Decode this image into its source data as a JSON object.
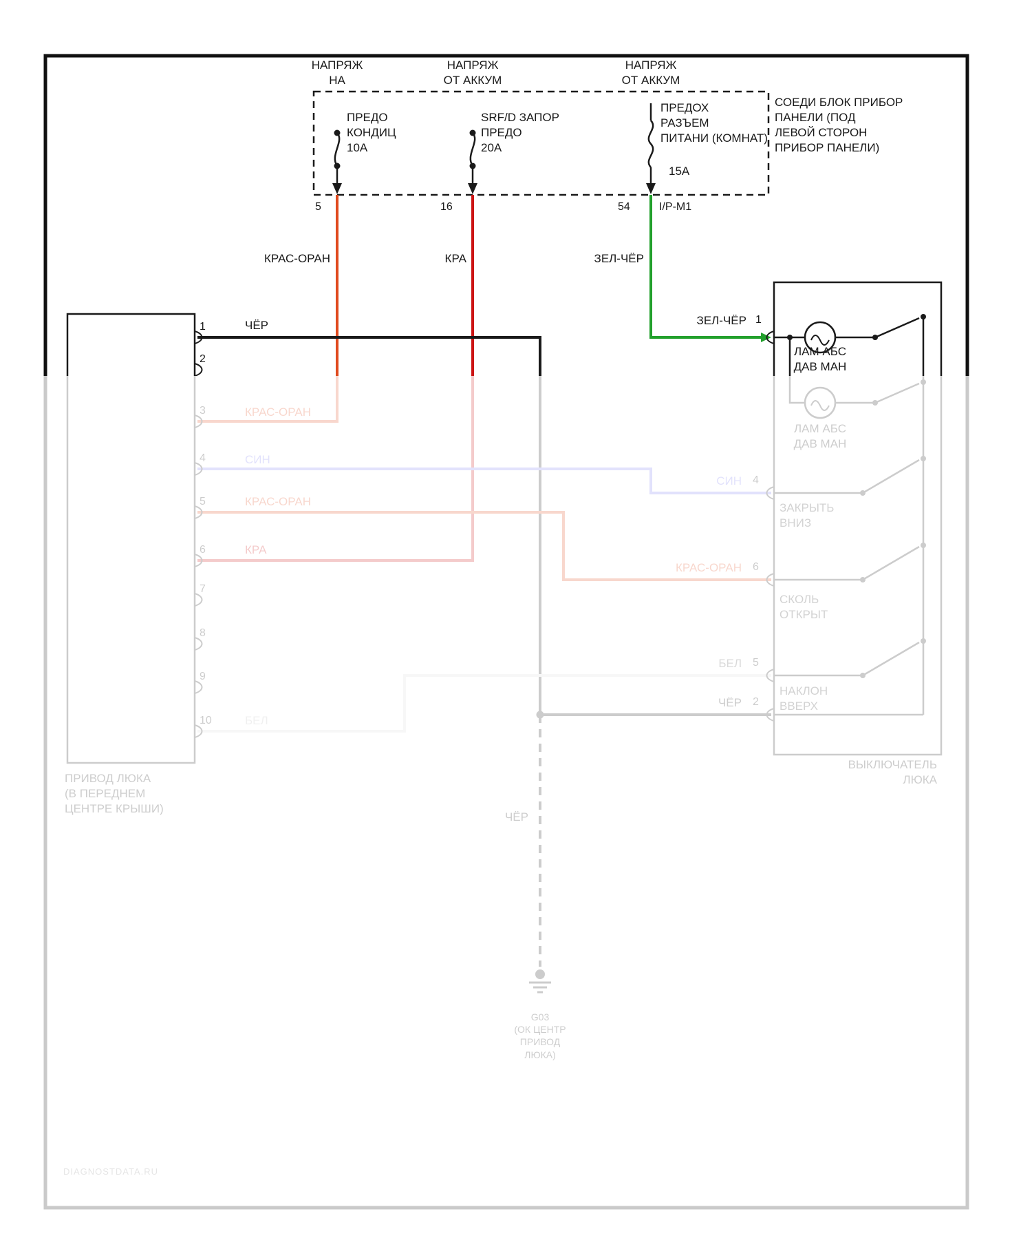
{
  "top": {
    "rails": [
      {
        "header": "НАПРЯЖ\nНА",
        "fuse": "ПРЕДО\nКОНДИЦ\n10А",
        "pin": "5",
        "wire": "КРАС-ОРАН"
      },
      {
        "header": "НАПРЯЖ\nОТ АККУМ",
        "fuse": "SRF/D ЗАПОР\nПРЕДО\n20А",
        "pin": "16",
        "wire": "КРА"
      },
      {
        "header": "НАПРЯЖ\nОТ АККУМ",
        "fuse": "ПРЕДОХ\nРАЗЪЕМ\nПИТАНИ (КОМНАТ)",
        "amp": "15А",
        "pin": "54",
        "connector": "I/P-M1",
        "wire": "ЗЕЛ-ЧЁР"
      }
    ],
    "note": "СОЕДИ БЛОК ПРИБОР\nПАНЕЛИ (ПОД\nЛЕВОЙ СТОРОН\nПРИБОР ПАНЕЛИ)"
  },
  "motor": {
    "label": "ПРИВОД ЛЮКА\n(В ПЕРЕДНЕМ\nЦЕНТРЕ КРЫШИ)",
    "pins": [
      "1",
      "2",
      "3",
      "4",
      "5",
      "6",
      "7",
      "8",
      "9",
      "10"
    ],
    "wires": {
      "p1": "ЧЁР",
      "p3": "КРАС-ОРАН",
      "p4": "СИН",
      "p5": "КРАС-ОРАН",
      "p6": "КРА",
      "p10": "БЕЛ"
    }
  },
  "switch": {
    "label": "ВЫКЛЮЧАТЕЛЬ\nЛЮКА",
    "lamp1": "ЛАМ АБС\nДАВ МАН",
    "lamp2": "ЛАМ АБС\nДАВ МАН",
    "entry_wire": "ЗЕЛ-ЧЁР",
    "entry_pin": "1",
    "rows": [
      {
        "wire": "СИН",
        "pin": "4",
        "label": "ЗАКРЫТЬ\nВНИЗ"
      },
      {
        "wire": "КРАС-ОРАН",
        "pin": "6",
        "label": "СКОЛЬ\nОТКРЫТ"
      },
      {
        "wire": "БЕЛ",
        "pin": "5",
        "label": "НАКЛОН\nВВЕРХ"
      },
      {
        "wire": "ЧЁР",
        "pin": "2",
        "label": ""
      }
    ]
  },
  "ground": {
    "wire": "ЧЁР",
    "label": "G03\n(ОК ЦЕНТР\nПРИВОД\nЛЮКА)"
  },
  "watermark": "DIAGNOSTDATA.RU",
  "colors": {
    "red_orange": "#e04a1e",
    "red": "#cc1414",
    "green": "#22a02c",
    "blue": "#7a7af0",
    "black": "#1a1a1a",
    "white_wire": "#d9d9d9"
  }
}
